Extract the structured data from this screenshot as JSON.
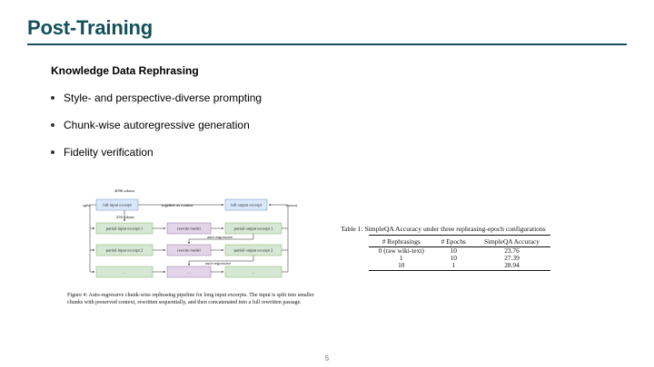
{
  "slide": {
    "title": "Post-Training",
    "subheading": "Knowledge Data Rephrasing",
    "bullets": [
      "Style- and perspective-diverse prompting",
      "Chunk-wise autoregressive generation",
      "Fidelity verification"
    ],
    "page_number": "5"
  },
  "figure": {
    "labels": {
      "tokens_4096": "4096 tokens",
      "split": "split",
      "together_as_context": "together as context",
      "concat": "concat",
      "tokens_256": "256 tokens",
      "auto_regressive": "auto-regressive"
    },
    "boxes": {
      "full_input": "full input excerpt",
      "full_output": "full output excerpt",
      "partial_input_1": "partial input excerpt 1",
      "partial_input_2": "partial input excerpt 2",
      "rewrite_model": "rewrite model",
      "partial_output_1": "partial output excerpt 1",
      "partial_output_2": "partial output excerpt 2",
      "ellipsis": "..."
    },
    "colors": {
      "blue": "#dae8fc",
      "green": "#d5e8d4",
      "purple": "#e1d5e7"
    },
    "caption": "Figure 4: Auto-regressive chunk-wise rephrasing pipeline for long input excerpts. The input is split into smaller chunks with preserved context, rewritten sequentially, and then concatenated into a full rewritten passage."
  },
  "table": {
    "caption": "Table 1: SimpleQA Accuracy under three rephrasing-epoch configurations",
    "headers": [
      "# Rephrasings",
      "# Epochs",
      "SimpleQA Accuracy"
    ],
    "rows": [
      [
        "0 (raw wiki-text)",
        "10",
        "23.76"
      ],
      [
        "1",
        "10",
        "27.39"
      ],
      [
        "10",
        "1",
        "28.94"
      ]
    ]
  }
}
